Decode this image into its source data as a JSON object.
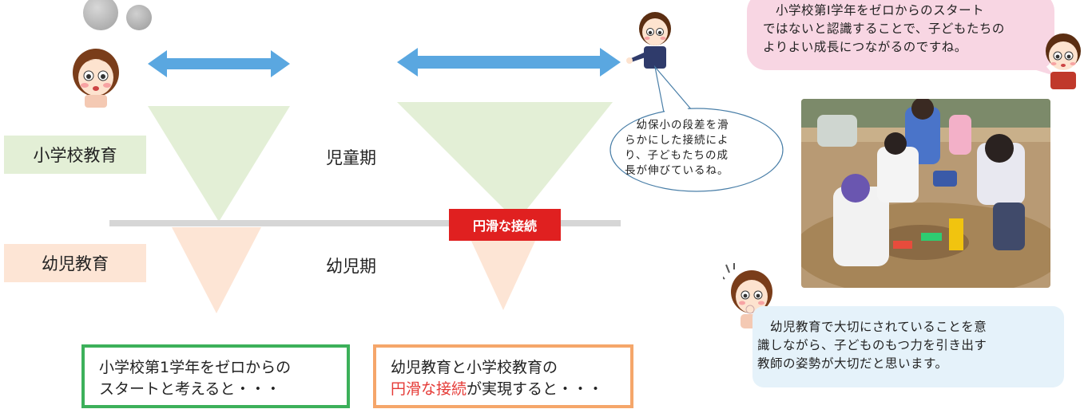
{
  "labels": {
    "elementary": "小学校教育",
    "early_childhood": "幼児教育",
    "childhood_period": "児童期",
    "early_period": "幼児期",
    "smooth_connection": "円滑な接続"
  },
  "captions": {
    "left_line1": "小学校第1学年をゼロからの",
    "left_line2": "スタートと考えると・・・",
    "right_line1": "幼児教育と小学校教育の",
    "right_line2_highlight": "円滑な接続",
    "right_line2_rest": "が実現すると・・・"
  },
  "bubbles": {
    "teacher_oval_lines": [
      "　幼保小の段差を滑",
      "らかにした接続によ",
      "り、子どもたちの成",
      "長が伸びているね。"
    ],
    "top_pink_lines": [
      "　小学校第Ⅰ学年をゼロからのスタート",
      "ではないと認識することで、子どもたちの",
      "よりよい成長につながるのですね。"
    ],
    "bottom_blue_lines": [
      "　幼児教育で大切にされていることを意",
      "識しながら、子どものもつ力を引き出す",
      "教師の姿勢が大切だと思います。"
    ]
  },
  "colors": {
    "green_tint": "#e3efd6",
    "peach_tint": "#fde5d5",
    "arrow_blue": "#5aa7e0",
    "red_badge": "#e02020",
    "green_border": "#3cb05a",
    "orange_border": "#f5a66a",
    "pink_bubble": "#f8d6e3",
    "blue_bubble": "#e5f2fa"
  },
  "icons": {
    "girl": "girl-character-icon",
    "boy_teacher": "teacher-character-icon",
    "boy": "boy-character-icon",
    "girl_thinking": "thinking-girl-icon",
    "photo": "children-digging-photo"
  }
}
